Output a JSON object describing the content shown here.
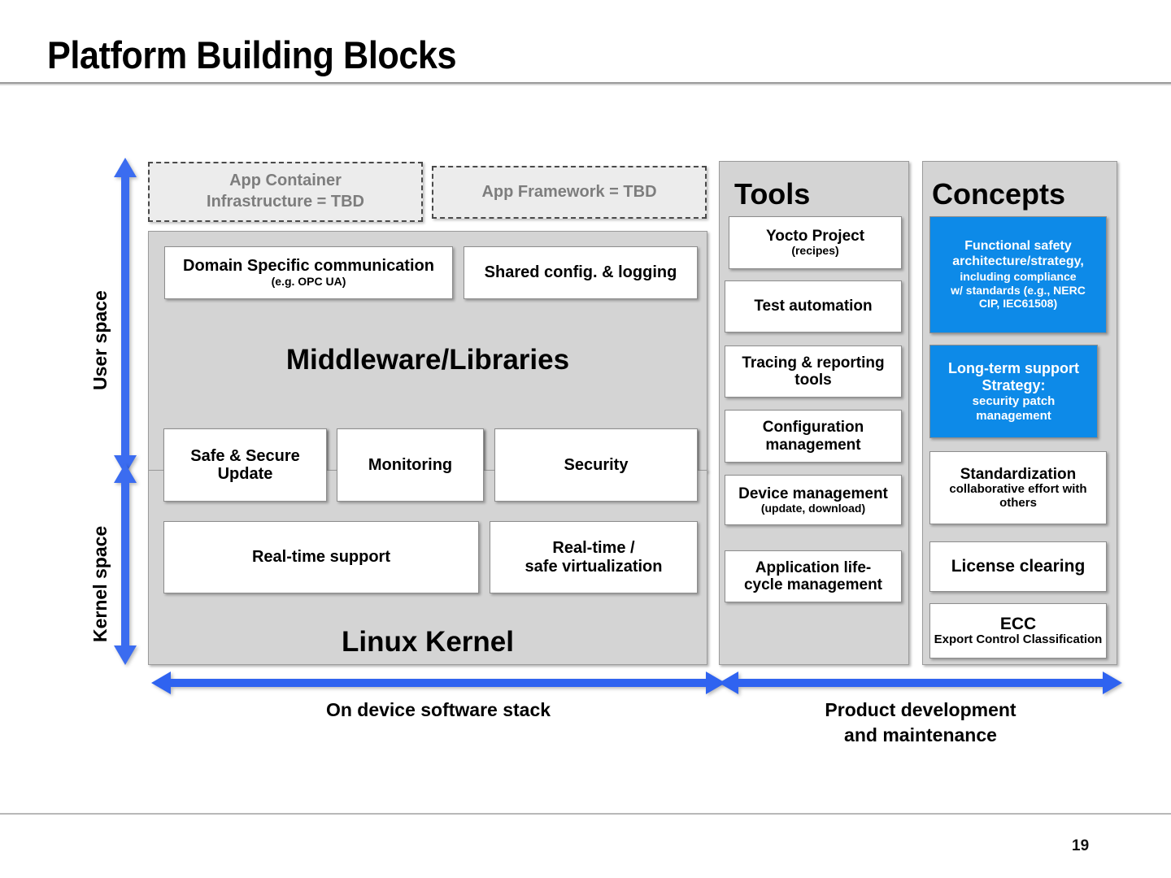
{
  "slide": {
    "title": "Platform Building Blocks",
    "page_number": "19",
    "accent_blue": "#0d8ae8",
    "panel_gray": "#d4d4d4",
    "tbd_gray_text": "#7d7d7d"
  },
  "axis_labels": {
    "user_space": "User space",
    "kernel_space": "Kernel space",
    "on_device": "On device software stack",
    "product_dev_line1": "Product development",
    "product_dev_line2": "and maintenance"
  },
  "tbd_boxes": [
    {
      "line1": "App Container",
      "line2": "Infrastructure = TBD"
    },
    {
      "line1": "App Framework = TBD",
      "line2": ""
    }
  ],
  "user_space_panel": {
    "middleware_title": "Middleware/Libraries",
    "top_boxes": [
      {
        "line1": "Domain Specific communication",
        "line2": "(e.g. OPC UA)"
      },
      {
        "line1": "Shared config. & logging",
        "line2": ""
      }
    ],
    "mid_boxes": [
      {
        "line1": "Safe & Secure",
        "line2": "Update"
      },
      {
        "line1": "Monitoring",
        "line2": ""
      },
      {
        "line1": "Security",
        "line2": ""
      }
    ]
  },
  "kernel_space_panel": {
    "kernel_title": "Linux Kernel",
    "boxes": [
      {
        "line1": "Real-time support",
        "line2": ""
      },
      {
        "line1": "Real-time /",
        "line2": "safe virtualization"
      }
    ]
  },
  "tools_panel": {
    "title": "Tools",
    "items": [
      {
        "line1": "Yocto Project",
        "line2": "(recipes)"
      },
      {
        "line1": "Test automation",
        "line2": ""
      },
      {
        "line1": "Tracing & reporting",
        "line2": "tools"
      },
      {
        "line1": "Configuration",
        "line2": "management"
      },
      {
        "line1": "Device management",
        "line2": "(update, download)"
      },
      {
        "line1": "Application life-",
        "line2": "cycle management"
      }
    ]
  },
  "concepts_panel": {
    "title": "Concepts",
    "items": [
      {
        "line1": "Functional safety",
        "line2": "architecture/strategy,",
        "line3": "including compliance",
        "line4": "w/ standards  (e.g., NERC",
        "line5": "CIP, IEC61508)",
        "highlight": "blue"
      },
      {
        "line1": "Long-term support",
        "line2": "Strategy:",
        "line3": "security patch",
        "line4": "management",
        "highlight": "blue"
      },
      {
        "line1": "Standardization",
        "line2": "collaborative effort with",
        "line3": "others",
        "highlight": "white"
      },
      {
        "line1": "License clearing",
        "line2": "",
        "highlight": "white"
      },
      {
        "line1": "ECC",
        "line2": "Export Control Classification",
        "highlight": "white"
      }
    ]
  }
}
